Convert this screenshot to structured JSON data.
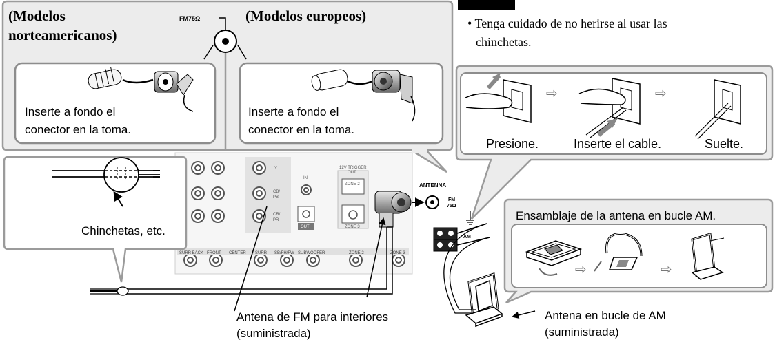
{
  "callout_models": {
    "north_america_line1": "(Modelos",
    "north_america_line2": "norteamericanos)",
    "europe": "(Modelos europeos)",
    "fm_jack_label": "FM75Ω",
    "instruction_na_line1": "Inserte a fondo el",
    "instruction_na_line2": "conector en la toma.",
    "instruction_eu_line1": "Inserte a fondo el",
    "instruction_eu_line2": "conector en la toma."
  },
  "caution": {
    "line1": "• Tenga cuidado de no herirse al usar las",
    "line2": "chinchetas."
  },
  "push_terminal_steps": [
    "Presione.",
    "Inserte el cable.",
    "Suelte."
  ],
  "tacks_callout": {
    "label": "Chinchetas, etc."
  },
  "rear_panel": {
    "antenna_label": "ANTENNA",
    "fm_label_line1": "FM",
    "fm_label_line2": "75Ω",
    "am_label": "AM",
    "trigger_line1": "12V TRIGGER",
    "trigger_line2": "OUT",
    "zone2": "ZONE 2",
    "zone3": "ZONE 3",
    "in_label": "IN",
    "out_label": "OUT",
    "y_label": "Y",
    "cb_label_1": "CB/",
    "cb_label_2": "PB",
    "cr_label_1": "CR/",
    "cr_label_2": "PR",
    "bottom_labels": [
      "SURR BACK",
      "FRONT",
      "CENTER",
      "SURR",
      "SB/FH/FW",
      "SUBWOOFER",
      "ZONE 2",
      "ZONE 3"
    ]
  },
  "am_assembly": {
    "title": "Ensamblaje de la antena en bucle AM."
  },
  "fm_antenna": {
    "line1": "Antena de FM para interiores",
    "line2": "(suministrada)"
  },
  "am_antenna": {
    "line1": "Antena en bucle de AM",
    "line2": "(suministrada)"
  }
}
